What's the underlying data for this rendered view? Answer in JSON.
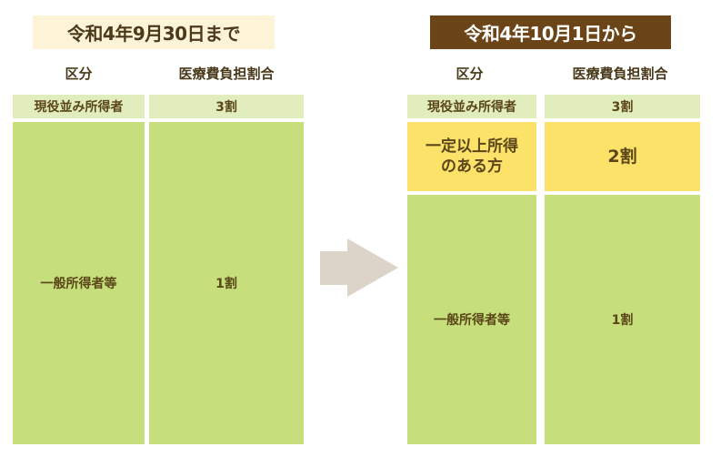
{
  "before": {
    "title": "令和4年9月30日まで",
    "headers": [
      "区分",
      "医療費負担割合"
    ],
    "rows": [
      {
        "category": "現役並み所得者",
        "ratio": "3割"
      },
      {
        "category": "一般所得者等",
        "ratio": "1割"
      }
    ]
  },
  "after": {
    "title": "令和4年10月1日から",
    "headers": [
      "区分",
      "医療費負担割合"
    ],
    "rows": [
      {
        "category": "現役並み所得者",
        "ratio": "3割"
      },
      {
        "category": "一定以上所得\nのある方",
        "category_line1": "一定以上所得",
        "category_line2": "のある方",
        "ratio": "2割"
      },
      {
        "category": "一般所得者等",
        "ratio": "1割"
      }
    ]
  },
  "arrow_icon": "arrow-right-icon",
  "colors": {
    "title_before_bg": "#fdf3d6",
    "title_after_bg": "#6b4518",
    "row_light_green": "#e1edbc",
    "row_green": "#c6df7c",
    "row_yellow": "#fde26a",
    "arrow": "#dcd4c9",
    "text": "#5a4618"
  }
}
